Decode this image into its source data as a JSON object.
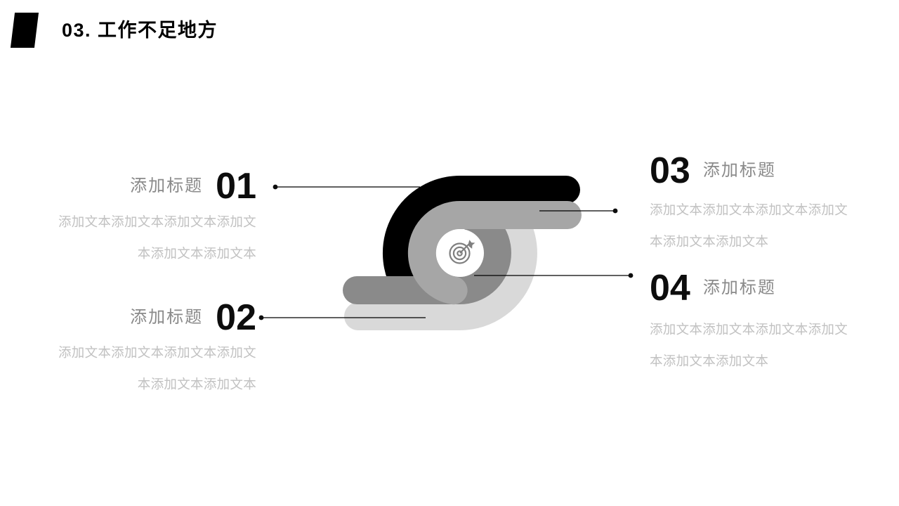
{
  "slide": {
    "title": "03. 工作不足地方"
  },
  "sections": [
    {
      "number": "01",
      "label": "添加标题",
      "body_line1": "添加文本添加文本添加文本添加文",
      "body_line2": "本添加文本添加文本",
      "side": "left"
    },
    {
      "number": "02",
      "label": "添加标题",
      "body_line1": "添加文本添加文本添加文本添加文",
      "body_line2": "本添加文本添加文本",
      "side": "left"
    },
    {
      "number": "03",
      "label": "添加标题",
      "body_line1": "添加文本添加文本添加文本添加文",
      "body_line2": "本添加文本添加文本",
      "side": "right"
    },
    {
      "number": "04",
      "label": "添加标题",
      "body_line1": "添加文本添加文本添加文本添加文",
      "body_line2": "本添加文本添加文本",
      "side": "right"
    }
  ],
  "diagram": {
    "center_icon": "target-dart-icon",
    "colors": {
      "arm_black": "#000000",
      "arm_gray": "#a6a6a6",
      "arm_dark_gray": "#8a8a8a",
      "arm_light_gray": "#d9d9d9",
      "center_circle": "#ffffff",
      "icon_stroke": "#7f7f7f",
      "connector": "#000000",
      "number_text": "#0d0d0d",
      "label_text": "#8a8a8a",
      "body_text": "#c1c1c1"
    }
  }
}
